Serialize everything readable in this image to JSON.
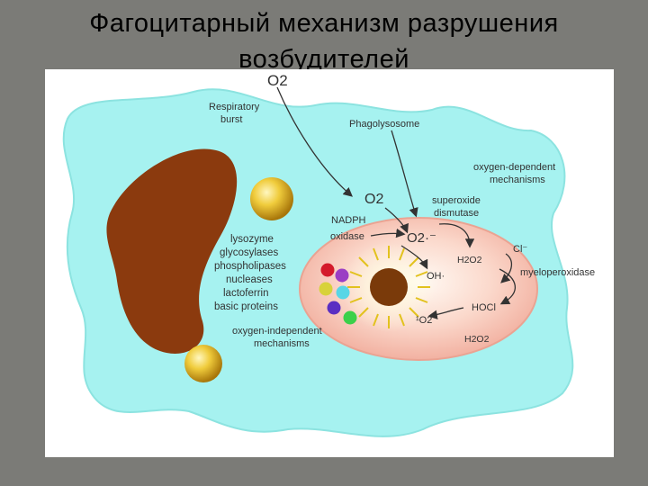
{
  "slide": {
    "title_line1": "Фагоцитарный механизм разрушения",
    "title_line2": "возбудителей"
  },
  "diagram": {
    "o2_top": "O2",
    "respiratory_burst": [
      "Respiratory",
      "burst"
    ],
    "phagolysosome": "Phagolysosome",
    "o2_mid": "O2",
    "oxygen_dependent": [
      "oxygen-dependent",
      "mechanisms"
    ],
    "superoxide_dismutase": [
      "superoxide",
      "dismutase"
    ],
    "nadph_oxidase": [
      "NADPH",
      "oxidase"
    ],
    "superoxide": "O2·⁻",
    "h2o2_1": "H2O2",
    "chloride": "Cl⁻",
    "hydroxyl": "OH·",
    "myeloperoxidase": "myeloperoxidase",
    "hocl": "HOCl",
    "singlet_oxygen": "¹O2",
    "h2o2_2": "H2O2",
    "enzymes": [
      "lysozyme",
      "glycosylases",
      "phospholipases",
      "nucleases",
      "lactoferrin",
      "basic proteins"
    ],
    "oxygen_independent": [
      "oxygen-independent",
      "mechanisms"
    ],
    "colors": {
      "cytoplasm": "#a6f2f0",
      "nucleus": "#8b3a0e",
      "phagolysosome": "#f7c8b8",
      "bacterium": "#7a3a0a",
      "granule": "#e8c23a"
    }
  }
}
